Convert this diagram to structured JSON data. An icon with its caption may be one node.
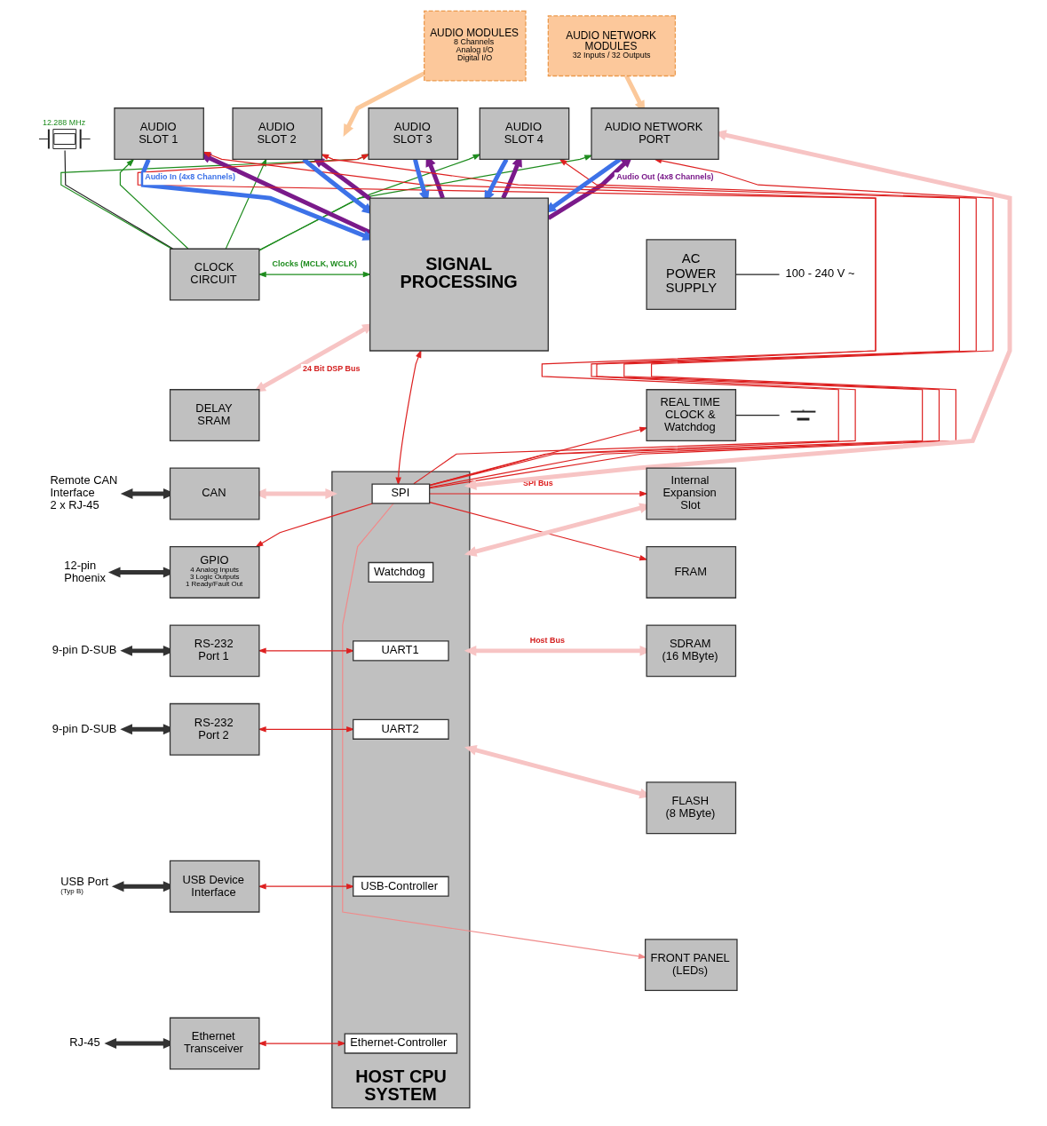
{
  "diagram": {
    "nodes": [
      {
        "text": [
          "AUDIO MODULES",
          "8 Channels",
          "Analog I/O",
          "Digital I/O"
        ]
      },
      {
        "text": [
          "AUDIO NETWORK MODULES",
          "32 Inputs / 32 Outputs"
        ]
      },
      {
        "text": [
          "AUDIO SLOT 1"
        ]
      },
      {
        "text": [
          "AUDIO SLOT 2"
        ]
      },
      {
        "text": [
          "AUDIO SLOT 3"
        ]
      },
      {
        "text": [
          "AUDIO SLOT 4"
        ]
      },
      {
        "text": [
          "AUDIO NETWORK PORT"
        ]
      },
      {
        "text": [],
        "shape": "picture",
        "beside": [
          "12.288 MHz"
        ]
      },
      {
        "text": [
          "CLOCK CIRCUIT"
        ]
      },
      {
        "text": [
          "SIGNAL PROCESSING"
        ]
      },
      {
        "text": [
          "AC POWER SUPPLY"
        ]
      },
      {
        "text": [
          "100 - 240 V ~"
        ]
      },
      {
        "text": [
          "DELAY SRAM"
        ]
      },
      {
        "text": [
          "REAL TIME CLOCK & Watchdog"
        ]
      },
      {
        "text": [],
        "shape": "picture"
      },
      {
        "text": [
          "Remote CAN Interface 2 x RJ-45"
        ]
      },
      {
        "text": [
          "CAN"
        ]
      },
      {
        "text": [
          "Internal Expansion Slot"
        ]
      },
      {
        "text": [
          "12-pin Phoenix"
        ]
      },
      {
        "text": [
          "GPIO",
          "4 Analog Inputs",
          "3 Logic Outputs",
          "1 Ready/Fault Out"
        ]
      },
      {
        "text": [
          "HOST CPU SYSTEM"
        ]
      },
      {
        "text": [
          "SPI"
        ],
        "in": 20
      },
      {
        "text": [
          "Watchdog"
        ],
        "in": 20
      },
      {
        "text": [
          "UART1"
        ],
        "in": 20
      },
      {
        "text": [
          "UART2"
        ],
        "in": 20
      },
      {
        "text": [
          "USB-Controller"
        ],
        "in": 20
      },
      {
        "text": [
          "Ethernet-Controller"
        ],
        "in": 20
      },
      {
        "text": [
          "FRAM"
        ]
      },
      {
        "text": [
          "9-pin D-SUB"
        ]
      },
      {
        "text": [
          "RS-232 Port 1"
        ]
      },
      {
        "text": [
          "SDRAM (16 MByte)"
        ]
      },
      {
        "text": [
          "9-pin D-SUB"
        ]
      },
      {
        "text": [
          "RS-232 Port 2"
        ]
      },
      {
        "text": [
          "FLASH (8 MByte)"
        ]
      },
      {
        "text": [
          "USB Port",
          "(Typ B)"
        ]
      },
      {
        "text": [
          "USB Device Interface"
        ]
      },
      {
        "text": [
          "FRONT PANEL (LEDs)"
        ]
      },
      {
        "text": [
          "RJ-45"
        ]
      },
      {
        "text": [
          "Ethernet Transceiver"
        ]
      }
    ],
    "edges": [
      {
        "from": 0,
        "to": null,
        "arrow": "to",
        "style": "thick",
        "color": "#fbc89a"
      },
      {
        "from": 1,
        "to": 6,
        "arrow": "to",
        "style": "thick",
        "color": "#fbc89a"
      },
      {
        "from": 3,
        "to": 9,
        "arrow": "to",
        "style": "thick",
        "color": "#3d72e8"
      },
      {
        "from": 4,
        "to": 9,
        "arrow": "to",
        "style": "thick",
        "color": "#3d72e8"
      },
      {
        "from": 5,
        "to": 9,
        "arrow": "to",
        "style": "thick",
        "color": "#3d72e8"
      },
      {
        "from": 6,
        "to": 9,
        "arrow": "to",
        "style": "thick",
        "color": "#3d72e8"
      },
      {
        "from": 9,
        "to": 2,
        "arrow": "to",
        "style": "thick",
        "color": "#7a1a8a"
      },
      {
        "from": 9,
        "to": 3,
        "arrow": "to",
        "style": "thick",
        "color": "#7a1a8a"
      },
      {
        "from": 9,
        "to": 4,
        "arrow": "to",
        "style": "thick",
        "color": "#7a1a8a"
      },
      {
        "from": 9,
        "to": 5,
        "arrow": "to",
        "style": "thick",
        "color": "#7a1a8a"
      },
      {
        "from": 7,
        "to": 8,
        "arrow": "none",
        "color": "#222222"
      },
      {
        "from": 8,
        "to": 2,
        "arrow": "to",
        "color": "#1e8c1e"
      },
      {
        "from": 8,
        "to": 3,
        "arrow": "to",
        "color": "#1e8c1e"
      },
      {
        "from": 8,
        "to": 4,
        "arrow": "to",
        "color": "#1e8c1e"
      },
      {
        "from": 8,
        "to": 5,
        "arrow": "to",
        "color": "#1e8c1e"
      },
      {
        "from": 8,
        "to": 6,
        "arrow": "to",
        "color": "#1e8c1e"
      },
      {
        "from": 10,
        "to": 11,
        "arrow": "none",
        "color": "#222222"
      },
      {
        "from": 13,
        "to": 14,
        "arrow": "none",
        "color": "#222222"
      },
      {
        "from": 15,
        "to": 16,
        "arrow": "both",
        "style": "thick",
        "color": "#333333"
      },
      {
        "from": 18,
        "to": 19,
        "arrow": "both",
        "style": "thick",
        "color": "#333333"
      },
      {
        "from": 28,
        "to": 29,
        "arrow": "both",
        "style": "thick",
        "color": "#333333"
      },
      {
        "from": 31,
        "to": 32,
        "arrow": "both",
        "style": "thick",
        "color": "#333333"
      },
      {
        "from": 34,
        "to": 35,
        "arrow": "both",
        "style": "thick",
        "color": "#333333"
      },
      {
        "from": 37,
        "to": 38,
        "arrow": "both",
        "style": "thick",
        "color": "#333333"
      },
      {
        "from": 29,
        "to": 23,
        "arrow": "both"
      },
      {
        "from": 32,
        "to": 24,
        "arrow": "both"
      },
      {
        "from": 35,
        "to": 25,
        "arrow": "both"
      },
      {
        "from": 38,
        "to": 26,
        "arrow": "both"
      },
      {
        "from": 9,
        "to": 21,
        "arrow": "both"
      },
      {
        "from": 21,
        "to": 19,
        "arrow": "to"
      },
      {
        "from": 21,
        "to": 13,
        "arrow": "to"
      },
      {
        "from": 21,
        "to": 27,
        "arrow": "to"
      },
      {
        "from": 21,
        "to": 36,
        "arrow": "to",
        "color": "#f08a8a"
      },
      {
        "from": 21,
        "to": 2,
        "arrow": "to"
      },
      {
        "from": 21,
        "to": 3,
        "arrow": "to"
      },
      {
        "from": 21,
        "to": 4,
        "arrow": "to"
      },
      {
        "from": 21,
        "to": 5,
        "arrow": "to"
      },
      {
        "from": 21,
        "to": 6,
        "arrow": "to"
      },
      {
        "from": 20,
        "to": 33,
        "arrow": "both",
        "style": "thick",
        "color": "#f7c4c4"
      },
      {
        "from": 20,
        "to": 17,
        "arrow": "both",
        "style": "thick",
        "color": "#f7c4c4"
      },
      {
        "from": 20,
        "to": 16,
        "arrow": "both",
        "style": "thick",
        "color": "#f7c4c4"
      },
      {
        "from": 20,
        "to": 6,
        "arrow": "both",
        "style": "thick",
        "color": "#f7c4c4"
      },
      {
        "from": 2,
        "to": 9,
        "arrow": "to",
        "style": "thick",
        "color": "#3d72e8",
        "label": "Audio In (4x8 Channels)"
      },
      {
        "from": 9,
        "to": 6,
        "arrow": "to",
        "style": "thick",
        "color": "#7a1a8a",
        "label": "Audio Out (4x8 Channels)"
      },
      {
        "from": 8,
        "to": 9,
        "arrow": "both",
        "color": "#1e8c1e",
        "label": "Clocks (MCLK, WCLK)"
      },
      {
        "from": 12,
        "to": 9,
        "arrow": "both",
        "style": "thick",
        "color": "#f7c4c4",
        "label": "24 Bit DSP Bus"
      },
      {
        "from": 21,
        "to": 17,
        "arrow": "to",
        "label": "SPI Bus"
      },
      {
        "from": 20,
        "to": 30,
        "arrow": "both",
        "style": "thick",
        "color": "#f7c4c4",
        "label": "Host Bus"
      }
    ]
  }
}
